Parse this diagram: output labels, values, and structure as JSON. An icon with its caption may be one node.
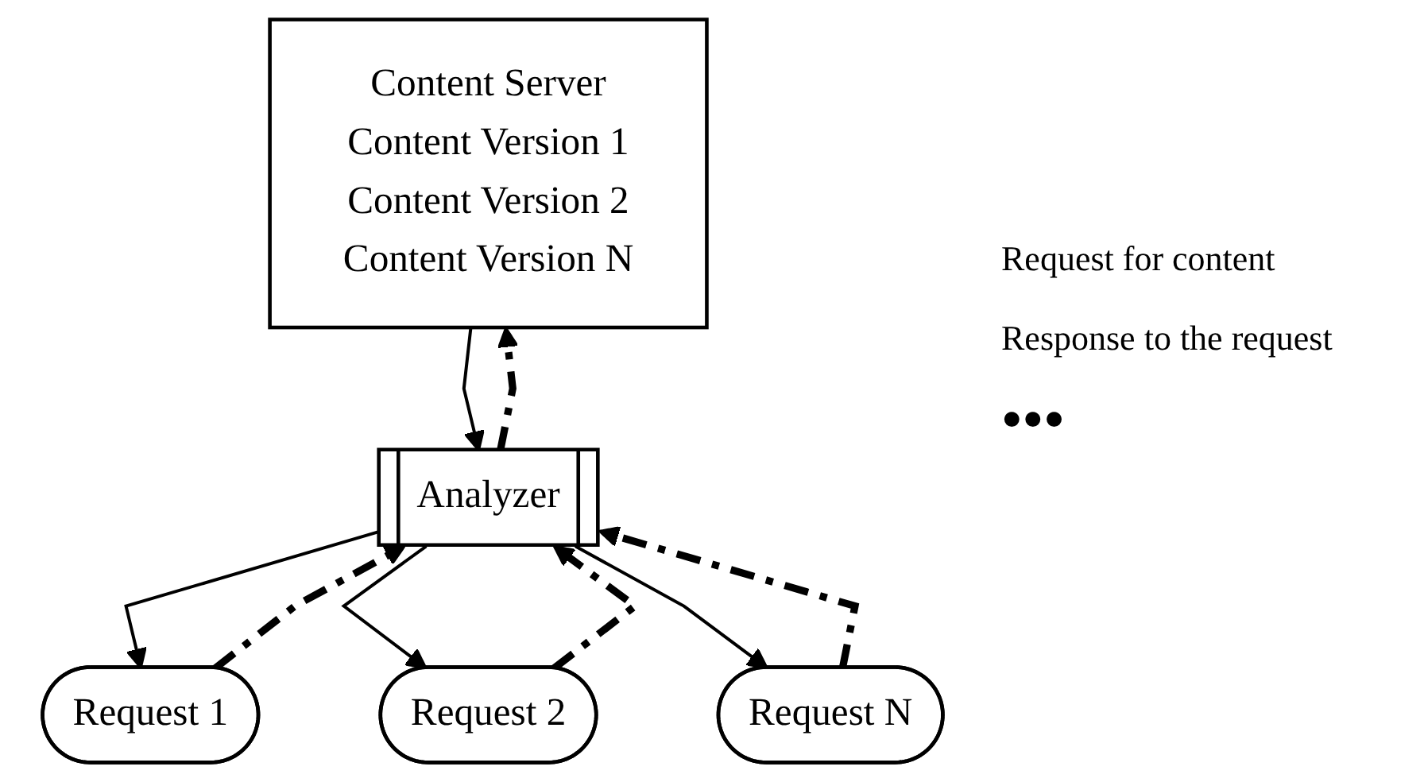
{
  "diagram": {
    "nodes": [
      {
        "text": [
          "Content Server",
          "Content Version 1",
          "Content Version 2",
          "Content Version N"
        ]
      },
      {
        "text": [
          "Analyzer"
        ]
      },
      {
        "text": [
          "Request 1"
        ]
      },
      {
        "text": [
          "Request 2"
        ]
      },
      {
        "text": [
          "Request N"
        ]
      }
    ],
    "edges": [
      {
        "from": 1,
        "to": 0,
        "arrow": "to",
        "style": "dashed"
      },
      {
        "from": 0,
        "to": 1,
        "arrow": "to"
      },
      {
        "from": 1,
        "to": 2,
        "arrow": "to"
      },
      {
        "from": 2,
        "to": 1,
        "arrow": "to",
        "style": "dashed"
      },
      {
        "from": 1,
        "to": 3,
        "arrow": "to"
      },
      {
        "from": 3,
        "to": 1,
        "arrow": "to",
        "style": "dashed"
      },
      {
        "from": 1,
        "to": 4,
        "arrow": "to"
      },
      {
        "from": 4,
        "to": 1,
        "arrow": "to",
        "style": "dashed"
      }
    ],
    "labels": [
      "Request for content",
      "Response to the request",
      "●●●"
    ]
  }
}
